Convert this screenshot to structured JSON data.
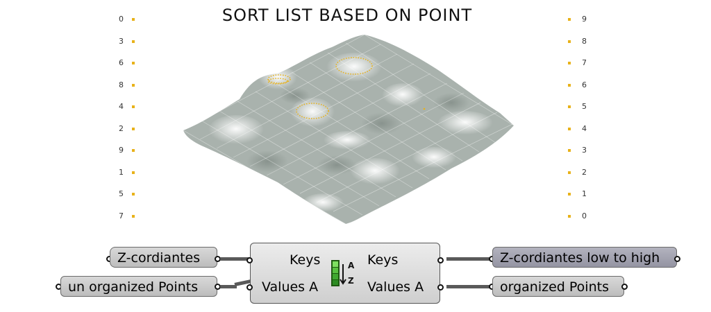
{
  "title": "SORT LIST BASED ON POINT",
  "left_list": [
    "0",
    "3",
    "6",
    "8",
    "4",
    "2",
    "9",
    "1",
    "5",
    "7"
  ],
  "right_list": [
    "9",
    "8",
    "7",
    "6",
    "5",
    "4",
    "3",
    "2",
    "1",
    "0"
  ],
  "colors": {
    "point": "#e8b21a",
    "surface": "#a9b2ad",
    "param": "#c9c9c9",
    "param_dark": "#a3a3b0"
  },
  "canvas": {
    "inputs": {
      "z": "Z-cordiantes",
      "points": "un organized Points"
    },
    "component": {
      "inputs": [
        "Keys",
        "Values A"
      ],
      "outputs": [
        "Keys",
        "Values A"
      ],
      "icon": "sort-list-icon"
    },
    "outputs": {
      "z": "Z-cordiantes low to high",
      "points": "organized Points"
    }
  }
}
